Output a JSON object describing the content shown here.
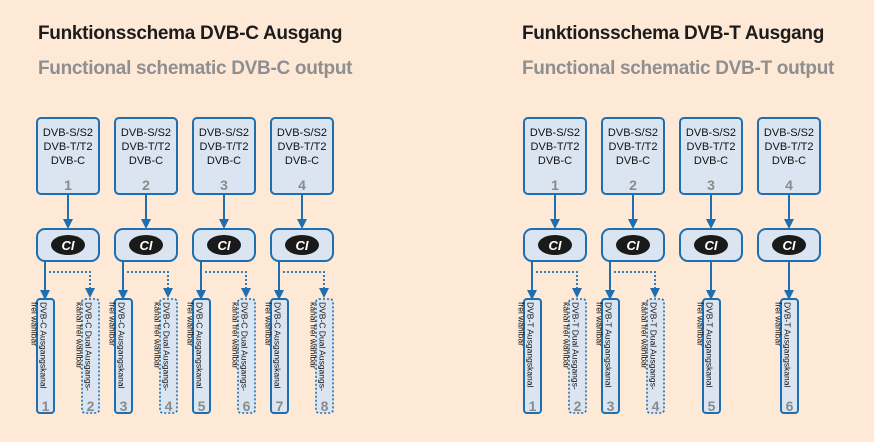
{
  "left": {
    "title_de": "Funktionsschema DVB-C Ausgang",
    "title_en": "Functional schematic DVB-C output",
    "tuners": [
      {
        "lines": [
          "DVB-S/S2",
          "DVB-T/T2",
          "DVB-C"
        ],
        "number": "1",
        "ci": "CI",
        "outputs": [
          {
            "label": [
              "DVB-C Ausgangskanal",
              "frei wählbar"
            ],
            "number": "1",
            "dual": false
          },
          {
            "label": [
              "DVB-C Dual Ausgangs-",
              "kanal frei wählbar"
            ],
            "number": "2",
            "dual": true
          }
        ]
      },
      {
        "lines": [
          "DVB-S/S2",
          "DVB-T/T2",
          "DVB-C"
        ],
        "number": "2",
        "ci": "CI",
        "outputs": [
          {
            "label": [
              "DVB-C Ausgangskanal",
              "frei wählbar"
            ],
            "number": "3",
            "dual": false
          },
          {
            "label": [
              "DVB-C Dual Ausgangs-",
              "kanal frei wählbar"
            ],
            "number": "4",
            "dual": true
          }
        ]
      },
      {
        "lines": [
          "DVB-S/S2",
          "DVB-T/T2",
          "DVB-C"
        ],
        "number": "3",
        "ci": "CI",
        "outputs": [
          {
            "label": [
              "DVB-C Ausgangskanal",
              "frei wählbar"
            ],
            "number": "5",
            "dual": false
          },
          {
            "label": [
              "DVB-C Dual Ausgangs-",
              "kanal frei wählbar"
            ],
            "number": "6",
            "dual": true
          }
        ]
      },
      {
        "lines": [
          "DVB-S/S2",
          "DVB-T/T2",
          "DVB-C"
        ],
        "number": "4",
        "ci": "CI",
        "outputs": [
          {
            "label": [
              "DVB-C Ausgangskanal",
              "frei wählbar"
            ],
            "number": "7",
            "dual": false
          },
          {
            "label": [
              "DVB-C Dual Ausgangs-",
              "kanal frei wählbar"
            ],
            "number": "8",
            "dual": true
          }
        ]
      }
    ]
  },
  "right": {
    "title_de": "Funktionsschema DVB-T Ausgang",
    "title_en": "Functional schematic DVB-T output",
    "tuners": [
      {
        "lines": [
          "DVB-S/S2",
          "DVB-T/T2",
          "DVB-C"
        ],
        "number": "1",
        "ci": "CI",
        "outputs": [
          {
            "label": [
              "DVB-T Ausgangskanal",
              "frei wählbar"
            ],
            "number": "1",
            "dual": false
          },
          {
            "label": [
              "DVB-T Dual Ausgangs-",
              "kanal frei wählbar"
            ],
            "number": "2",
            "dual": true
          }
        ]
      },
      {
        "lines": [
          "DVB-S/S2",
          "DVB-T/T2",
          "DVB-C"
        ],
        "number": "2",
        "ci": "CI",
        "outputs": [
          {
            "label": [
              "DVB-T Ausgangskanal",
              "frei wählbar"
            ],
            "number": "3",
            "dual": false
          },
          {
            "label": [
              "DVB-T Dual Ausgangs-",
              "kanal frei wählbar"
            ],
            "number": "4",
            "dual": true
          }
        ]
      },
      {
        "lines": [
          "DVB-S/S2",
          "DVB-T/T2",
          "DVB-C"
        ],
        "number": "3",
        "ci": "CI",
        "outputs": [
          {
            "label": [
              "DVB-T Ausgangskanal",
              "frei wählbar"
            ],
            "number": "5",
            "dual": false
          }
        ]
      },
      {
        "lines": [
          "DVB-S/S2",
          "DVB-T/T2",
          "DVB-C"
        ],
        "number": "4",
        "ci": "CI",
        "outputs": [
          {
            "label": [
              "DVB-T Ausgangskanal",
              "frei wählbar"
            ],
            "number": "6",
            "dual": false
          }
        ]
      }
    ]
  },
  "colors": {
    "background": "#fde9d6",
    "box_fill": "#dbe5f1",
    "border": "#1f6fb0",
    "ci_fill": "#1a1a1a",
    "number": "#8a8a8a",
    "text": "#111111"
  }
}
